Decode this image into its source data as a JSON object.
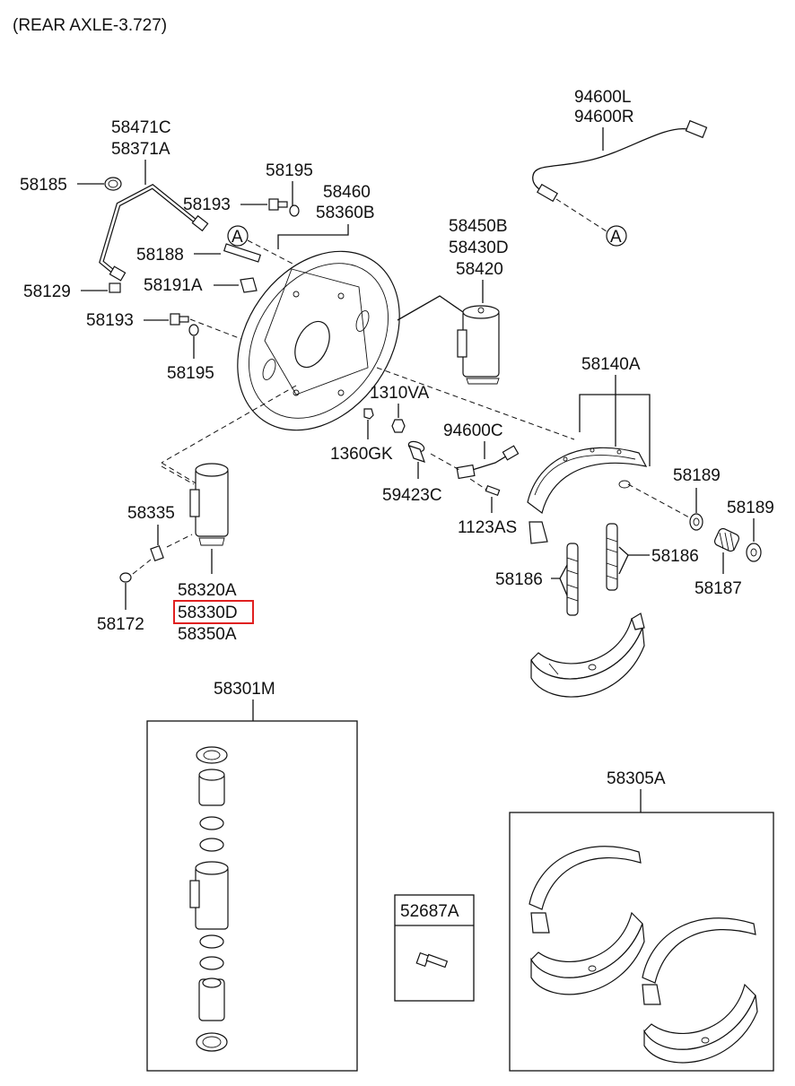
{
  "header": {
    "title": "(REAR AXLE-3.727)"
  },
  "callouts": {
    "ref_a": "A",
    "p58471C": "58471C",
    "p58371A": "58371A",
    "p58185": "58185",
    "p58129": "58129",
    "p58195_top": "58195",
    "p58193_top": "58193",
    "p58460": "58460",
    "p58360B": "58360B",
    "p58188": "58188",
    "p58191A": "58191A",
    "p58193_mid": "58193",
    "p58195_mid": "58195",
    "p94600L": "94600L",
    "p94600R": "94600R",
    "p58450B": "58450B",
    "p58430D": "58430D",
    "p58420": "58420",
    "p1310VA": "1310VA",
    "p1360GK": "1360GK",
    "p94600C": "94600C",
    "p59423C": "59423C",
    "p1123AS": "1123AS",
    "p58140A": "58140A",
    "p58189_a": "58189",
    "p58189_b": "58189",
    "p58186_r": "58186",
    "p58186_l": "58186",
    "p58187": "58187",
    "p58335": "58335",
    "p58172": "58172",
    "p58320A": "58320A",
    "p58330D": "58330D",
    "p58350A": "58350A",
    "p58301M": "58301M",
    "p52687A": "52687A",
    "p58305A": "58305A"
  },
  "highlight": {
    "part": "58330D",
    "color": "#e02020"
  }
}
